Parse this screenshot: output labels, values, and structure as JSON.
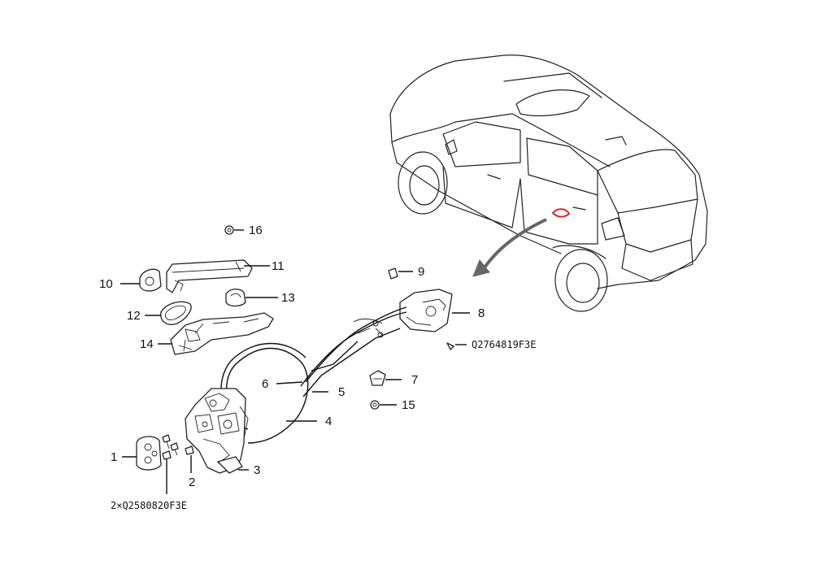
{
  "callouts": {
    "c1": "1",
    "c2": "2",
    "c3": "3",
    "c4": "4",
    "c5": "5",
    "c6": "6",
    "c7": "7",
    "c8": "8",
    "c9": "9",
    "c10": "10",
    "c11": "11",
    "c12": "12",
    "c13": "13",
    "c14": "14",
    "c15": "15",
    "c16": "16"
  },
  "part_numbers": {
    "bolt": "2×Q2580820F3E",
    "screw": "Q2764819F3E"
  },
  "colors": {
    "line": "#111111",
    "highlight": "#d9262b",
    "arrow": "#555555"
  }
}
